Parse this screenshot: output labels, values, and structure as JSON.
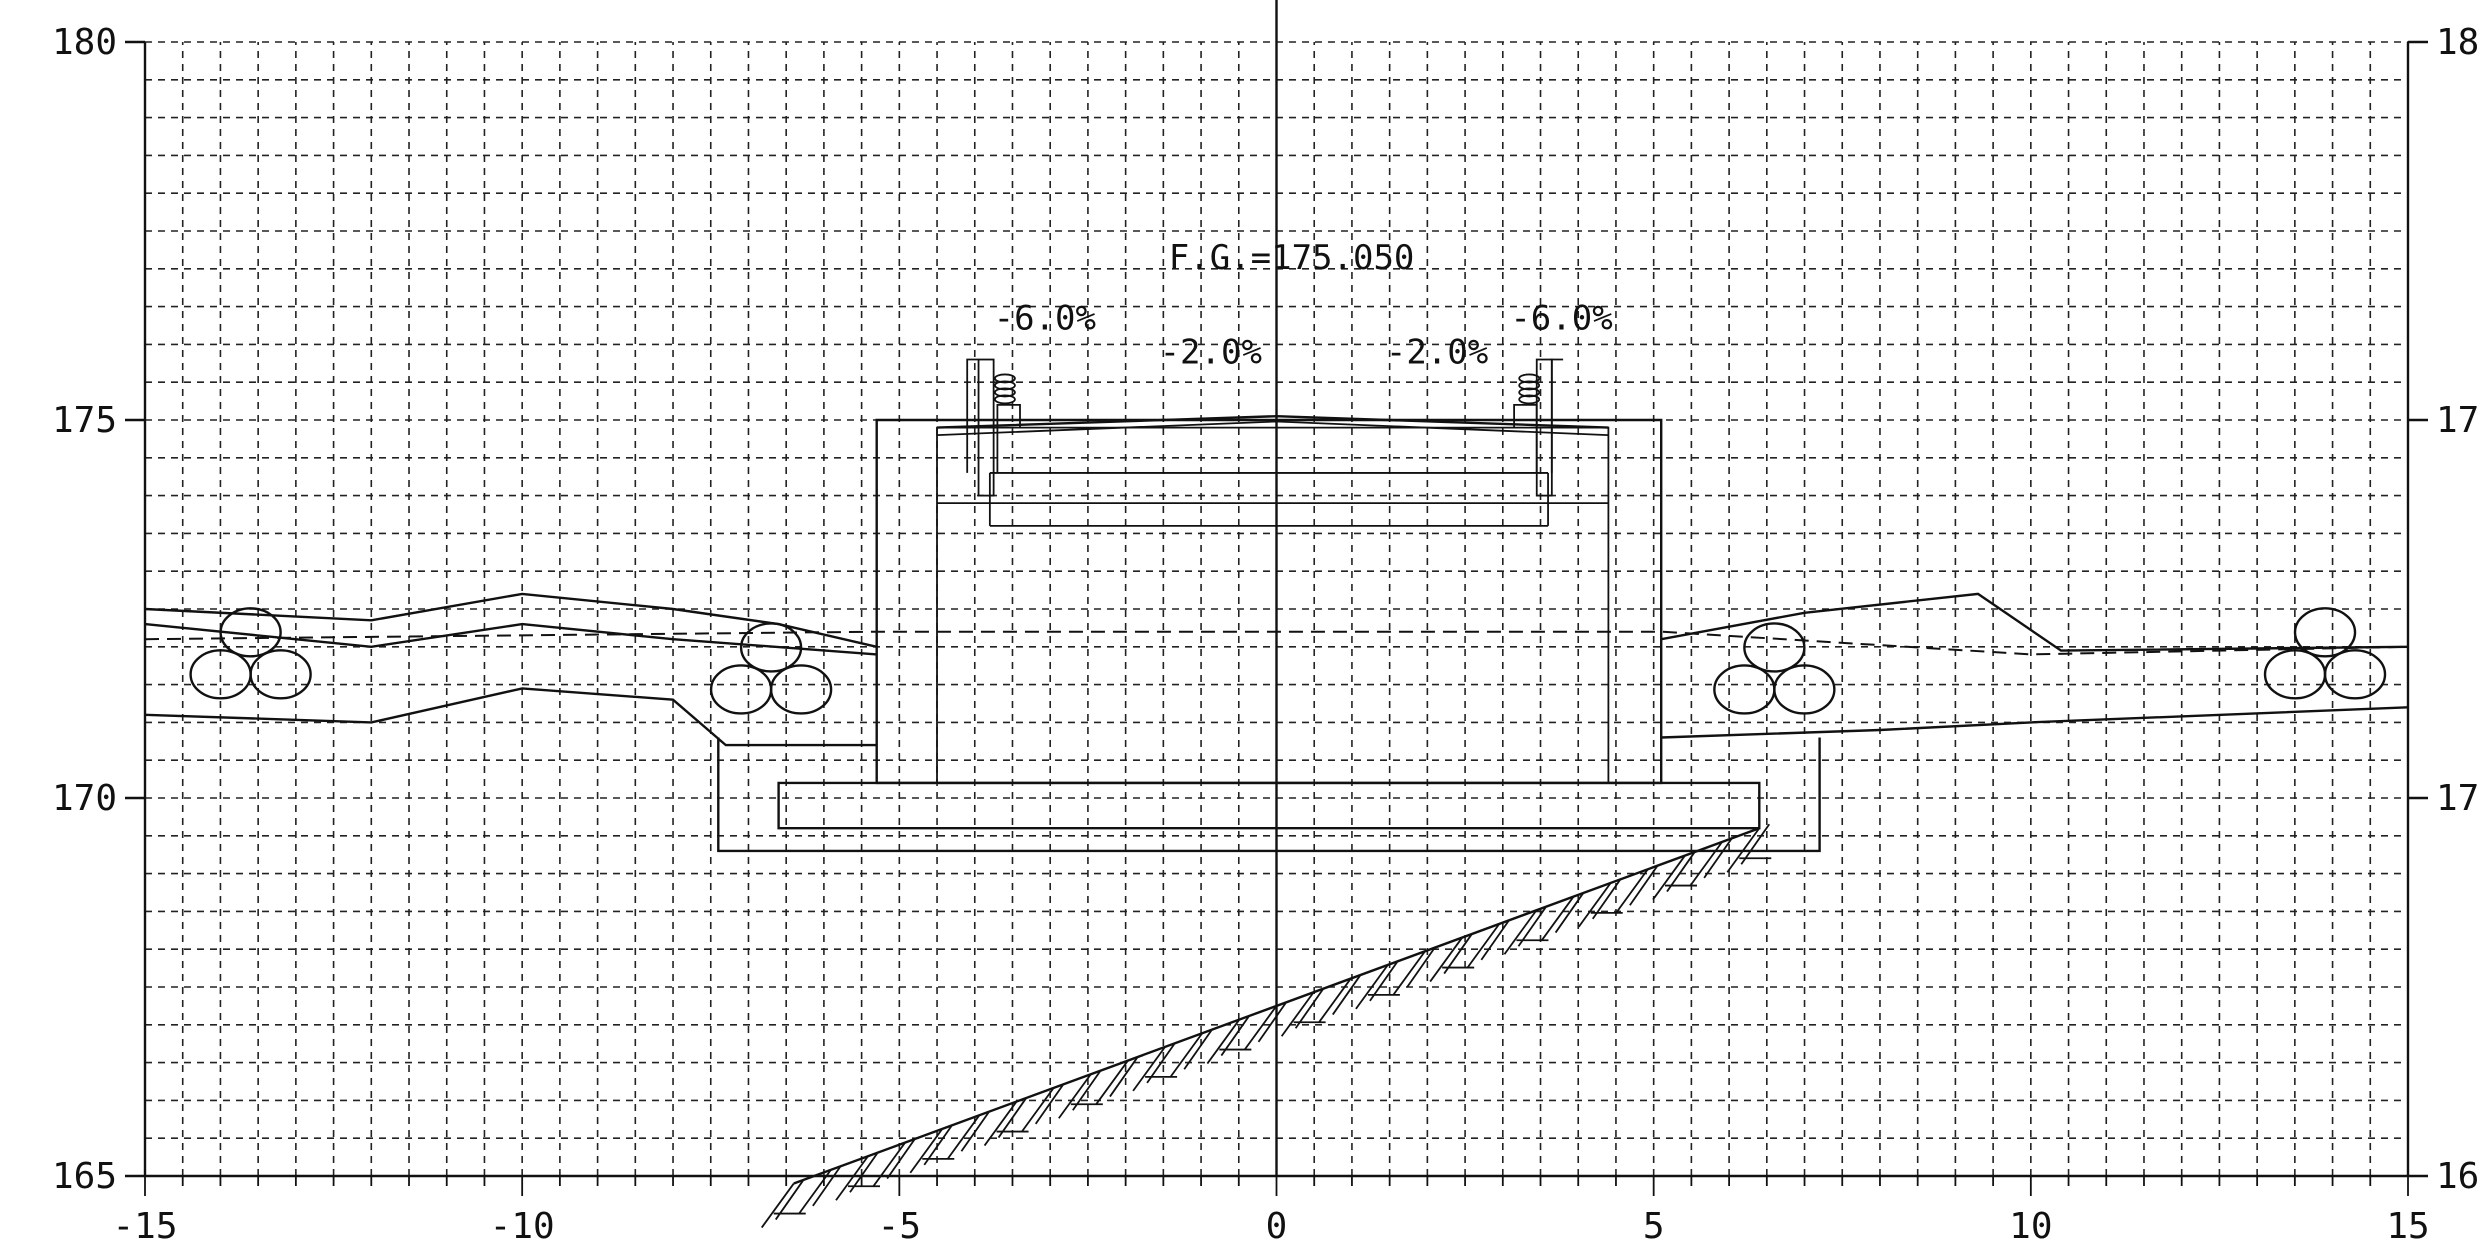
{
  "chart_data": {
    "type": "diagram",
    "x_axis": {
      "range": [
        -15,
        15
      ],
      "ticks": [
        -15,
        -10,
        -5,
        0,
        5,
        10,
        15
      ],
      "tick_labels": [
        "-15",
        "-10",
        "-5",
        "0",
        "5",
        "10",
        "15"
      ]
    },
    "y_axis": {
      "range": [
        165,
        180
      ],
      "ticks": [
        165,
        170,
        175,
        180
      ],
      "left_tick_labels": [
        "165",
        "170",
        "175",
        "180"
      ],
      "right_tick_labels": [
        "16",
        "17",
        "17",
        "18"
      ]
    },
    "grid": true,
    "grid_step_x": 0.5,
    "grid_step_y": 0.5,
    "annotations": [
      {
        "id": "fc",
        "text": "F.G.=175.050",
        "x": 0.2,
        "y": 177.0
      },
      {
        "id": "slope-left-outer",
        "text": "-6.0%",
        "x": -3.75,
        "y": 176.2
      },
      {
        "id": "slope-left-inner",
        "text": "-2.0%",
        "x": -1.55,
        "y": 175.75
      },
      {
        "id": "slope-right-inner",
        "text": "-2.0%",
        "x": 1.45,
        "y": 175.75
      },
      {
        "id": "slope-right-outer",
        "text": "-6.0%",
        "x": 3.1,
        "y": 176.2
      }
    ],
    "structures": {
      "box_outer": [
        [
          -5.3,
          175.0
        ],
        [
          5.1,
          175.0
        ],
        [
          5.1,
          170.2
        ],
        [
          -5.3,
          170.2
        ]
      ],
      "box_inner": [
        [
          -4.5,
          174.9
        ],
        [
          4.4,
          174.9
        ],
        [
          4.4,
          170.2
        ],
        [
          -4.5,
          170.2
        ]
      ],
      "footing": [
        [
          -6.6,
          170.2
        ],
        [
          6.4,
          170.2
        ],
        [
          6.4,
          169.6
        ],
        [
          -6.6,
          169.6
        ]
      ],
      "excavation": [
        [
          -7.4,
          170.8
        ],
        [
          -7.4,
          169.3
        ],
        [
          7.2,
          169.3
        ],
        [
          7.2,
          170.8
        ]
      ],
      "slab_layers": [
        [
          -3.8,
          174.3,
          3.6,
          174.3
        ],
        [
          -4.5,
          173.9,
          4.4,
          173.9
        ],
        [
          -3.8,
          173.6,
          3.6,
          173.6
        ]
      ],
      "road_surface": [
        [
          -4.5,
          174.9
        ],
        [
          0,
          175.05
        ],
        [
          4.4,
          174.9
        ]
      ],
      "rock_line": [
        [
          -6.4,
          164.9
        ],
        [
          6.4,
          169.6
        ]
      ]
    },
    "ground_lines": [
      [
        [
          -15,
          172.5
        ],
        [
          -12,
          172.35
        ],
        [
          -10,
          172.7
        ],
        [
          -8,
          172.5
        ],
        [
          -6.6,
          172.3
        ],
        [
          -5.3,
          172.0
        ]
      ],
      [
        [
          -15,
          172.3
        ],
        [
          -12,
          172.0
        ],
        [
          -10,
          172.3
        ],
        [
          -8,
          172.1
        ],
        [
          -5.3,
          171.9
        ]
      ],
      [
        [
          -15,
          171.1
        ],
        [
          -12,
          171.0
        ],
        [
          -10,
          171.45
        ],
        [
          -8,
          171.3
        ],
        [
          -7.3,
          170.7
        ],
        [
          -5.3,
          170.7
        ]
      ],
      [
        [
          5.1,
          172.1
        ],
        [
          7.0,
          172.45
        ],
        [
          9.3,
          172.7
        ],
        [
          10.4,
          171.95
        ],
        [
          15,
          172.0
        ]
      ],
      [
        [
          5.1,
          170.8
        ],
        [
          8,
          170.9
        ],
        [
          10,
          171.0
        ],
        [
          15,
          171.2
        ]
      ]
    ],
    "dashed_line": [
      [
        -15,
        172.1
      ],
      [
        -5.3,
        172.2
      ],
      [
        5.1,
        172.2
      ],
      [
        10,
        171.9
      ],
      [
        15,
        172.0
      ]
    ],
    "cable_bundles": [
      [
        -13.6,
        171.9
      ],
      [
        -6.7,
        171.7
      ],
      [
        6.6,
        171.7
      ],
      [
        13.9,
        171.9
      ]
    ]
  }
}
